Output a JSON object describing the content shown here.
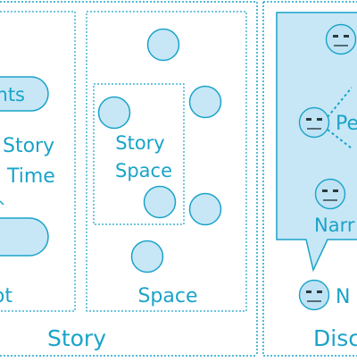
{
  "colors": {
    "stroke": "#1aa3c9",
    "fill": "#c7e7f6",
    "text": "#1aa3c9",
    "face": "#bfe3f4",
    "face_stroke": "#2a3a3f"
  },
  "story_panel": {
    "label": "Story",
    "left_box": {
      "events_label": "nts",
      "story_time_line1": "Story",
      "story_time_line2": "Time",
      "plot_label": "ot"
    },
    "space_box": {
      "story_space_line1": "Story",
      "story_space_line2": "Space",
      "space_label": "Space"
    }
  },
  "discourse_panel": {
    "label": "Disc",
    "persona_label": "Pe",
    "narrator_label": "Narr",
    "narratee_label": "N"
  }
}
